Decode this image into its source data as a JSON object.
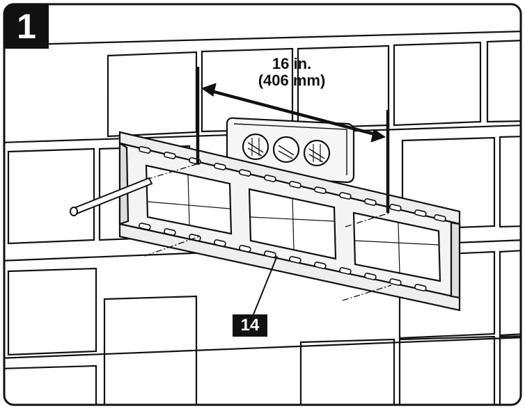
{
  "step": {
    "number": "1"
  },
  "dimension": {
    "line1": "16 in.",
    "line2": "(406 mm)"
  },
  "part": {
    "number": "14"
  },
  "colors": {
    "ink": "#111111",
    "paper": "#ffffff",
    "bracket_fill": "#f4f4f4"
  }
}
